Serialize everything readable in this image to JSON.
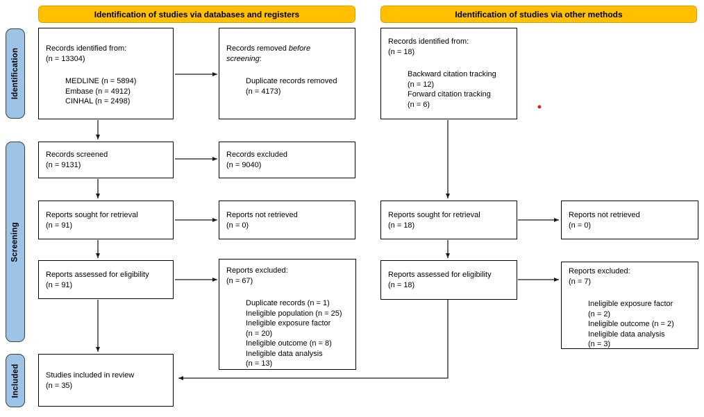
{
  "banners": {
    "left": "Identification of studies via databases and registers",
    "right": "Identification of studies via other methods"
  },
  "stages": {
    "identification": "Identification",
    "screening": "Screening",
    "included": "Included"
  },
  "colors": {
    "banner_fill": "#FFC000",
    "banner_border": "#E09C00",
    "stage_fill": "#9DC3E6",
    "stage_border": "#3F3F3F",
    "box_border": "#000000",
    "stray_dot": "#E02020"
  },
  "boxes": {
    "db_identified": {
      "l0": "Records identified from:",
      "l1": "(n = 13304)",
      "l3": "MEDLINE (n = 5894)",
      "l4": "Embase (n = 4912)",
      "l5": "CINHAL (n = 2498)"
    },
    "db_removed": {
      "pre": "Records removed ",
      "italic1": "before",
      "italic2": "screening",
      "post": ":",
      "l3": "Duplicate records removed",
      "l4": "(n = 4173)"
    },
    "other_identified": {
      "l0": "Records identified from:",
      "l1": "(n = 18)",
      "l3": "Backward citation tracking",
      "l4": "(n = 12)",
      "l5": "Forward citation tracking",
      "l6": "(n = 6)"
    },
    "db_screened": {
      "l0": "Records screened",
      "l1": "(n = 9131)"
    },
    "db_excluded_screening": {
      "l0": "Records excluded",
      "l1": "(n = 9040)"
    },
    "db_sought": {
      "l0": "Reports sought for retrieval",
      "l1": "(n = 91)"
    },
    "db_not_retrieved": {
      "l0": "Reports not retrieved",
      "l1": "(n = 0)"
    },
    "other_sought": {
      "l0": "Reports sought for retrieval",
      "l1": "(n = 18)"
    },
    "other_not_retrieved": {
      "l0": "Reports not retrieved",
      "l1": "(n = 0)"
    },
    "db_assessed": {
      "l0": "Reports assessed for eligibility",
      "l1": "(n = 91)"
    },
    "db_excluded_eligibility": {
      "l0": "Reports excluded:",
      "l1": "(n = 67)",
      "l3": "Duplicate records (n = 1)",
      "l4": "Ineligible population (n = 25)",
      "l5": "Ineligible exposure factor",
      "l6": "(n = 20)",
      "l7": "Ineligible outcome (n = 8)",
      "l8": "Ineligible data analysis",
      "l9": "(n = 13)"
    },
    "other_assessed": {
      "l0": "Reports assessed for eligibility",
      "l1": "(n = 18)"
    },
    "other_excluded_eligibility": {
      "l0": "Reports excluded:",
      "l1": "(n = 7)",
      "l3": "Ineligible exposure factor",
      "l4": "(n = 2)",
      "l5": "Ineligible outcome (n = 2)",
      "l6": "Ineligible data analysis",
      "l7": "(n = 3)"
    },
    "included": {
      "l0": "Studies included in review",
      "l1": "(n = 35)"
    }
  }
}
